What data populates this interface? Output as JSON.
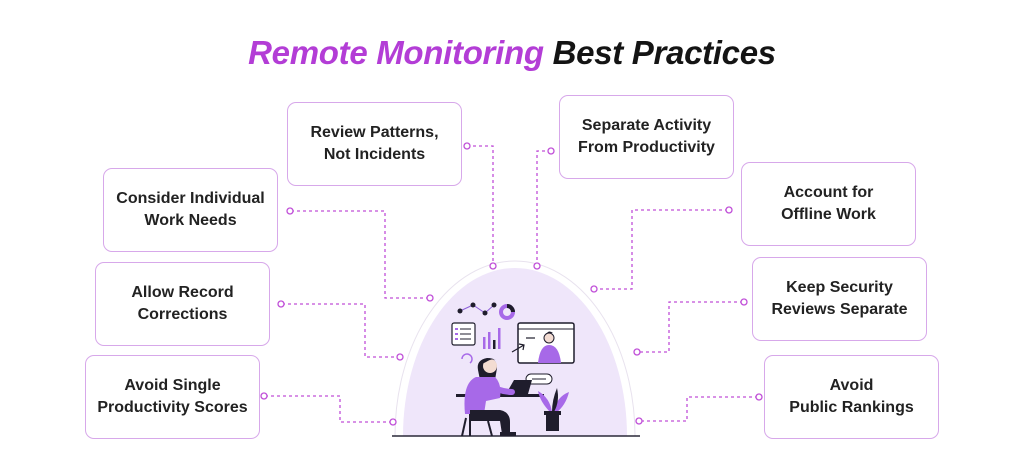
{
  "title": {
    "highlight": "Remote Monitoring",
    "rest": "Best Practices"
  },
  "cards": {
    "review_patterns": "Review Patterns,\nNot Incidents",
    "separate_activity": "Separate Activity\nFrom Productivity",
    "consider_needs": "Consider Individual\nWork Needs",
    "offline_work": "Account for\nOffline Work",
    "record_corrections": "Allow Record\nCorrections",
    "security_reviews": "Keep Security\nReviews Separate",
    "single_scores": "Avoid Single\nProductivity Scores",
    "public_rankings": "Avoid\nPublic Rankings"
  },
  "colors": {
    "accent": "#b33dd6",
    "card_border": "#d7a8ea",
    "connector": "#c04fd8",
    "dome": "#efe6fa",
    "person_shirt": "#a769e8",
    "dark": "#1f1d2c"
  }
}
